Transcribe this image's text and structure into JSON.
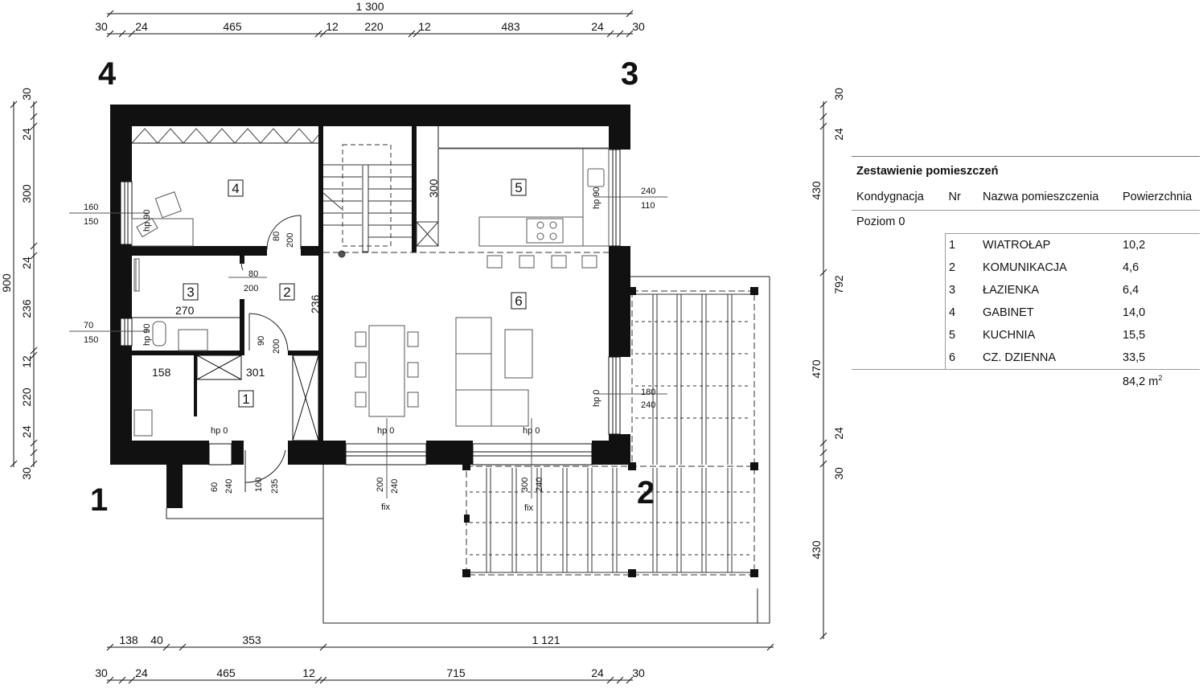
{
  "dims_top": {
    "total": "1 300",
    "segments": [
      "30",
      "24",
      "465",
      "12",
      "220",
      "12",
      "483",
      "24",
      "30"
    ]
  },
  "dims_bottom1": [
    "138",
    "40",
    "353",
    "1 121"
  ],
  "dims_bottom2": [
    "30",
    "24",
    "465",
    "12",
    "715",
    "24",
    "30"
  ],
  "dims_left": {
    "total": "900",
    "segments": [
      "30",
      "24",
      "300",
      "24",
      "236",
      "12",
      "220",
      "24",
      "30"
    ]
  },
  "dims_right": [
    "30",
    "24",
    "430",
    "792",
    "470",
    "24",
    "30",
    "430"
  ],
  "corners": {
    "c1": "1",
    "c2": "2",
    "c3": "3",
    "c4": "4"
  },
  "rooms": {
    "r1": "1",
    "r2": "2",
    "r3": "3",
    "r4": "4",
    "r5": "5",
    "r6": "6"
  },
  "plan_labels": {
    "w160": "160",
    "w150a": "150",
    "w70": "70",
    "w150b": "150",
    "w240a": "240",
    "w110": "110",
    "w180": "180",
    "w240b": "240",
    "d80a": "80",
    "d200a": "200",
    "d80b": "80",
    "d200b": "200",
    "d90": "90",
    "d200c": "200",
    "d236": "236",
    "d270": "270",
    "d300": "300",
    "d158": "158",
    "d301": "301",
    "hp90a": "hp 90",
    "hp90b": "hp 90",
    "hp90c": "hp 90",
    "hp0a": "hp 0",
    "hp0b": "hp 0",
    "hp0c": "hp 0",
    "hp0d": "hp 0",
    "e60": "60",
    "e240a": "240",
    "e100": "100",
    "e235": "235",
    "e200": "200",
    "e240b": "240",
    "e300": "300",
    "e240c": "240",
    "fix1": "fix",
    "fix2": "fix"
  },
  "legend": {
    "title": "Zestawienie pomieszczeń",
    "headers": {
      "level": "Kondygnacja",
      "nr": "Nr",
      "name": "Nazwa pomieszczenia",
      "area": "Powierzchnia"
    },
    "level_name": "Poziom 0",
    "rows": [
      {
        "nr": "1",
        "name": "WIATROŁAP",
        "area": "10,2"
      },
      {
        "nr": "2",
        "name": "KOMUNIKACJA",
        "area": "4,6"
      },
      {
        "nr": "3",
        "name": "ŁAZIENKA",
        "area": "6,4"
      },
      {
        "nr": "4",
        "name": "GABINET",
        "area": "14,0"
      },
      {
        "nr": "5",
        "name": "KUCHNIA",
        "area": "15,5"
      },
      {
        "nr": "6",
        "name": "CZ. DZIENNA",
        "area": "33,5"
      }
    ],
    "total": "84,2 m",
    "total_sup": "2"
  }
}
